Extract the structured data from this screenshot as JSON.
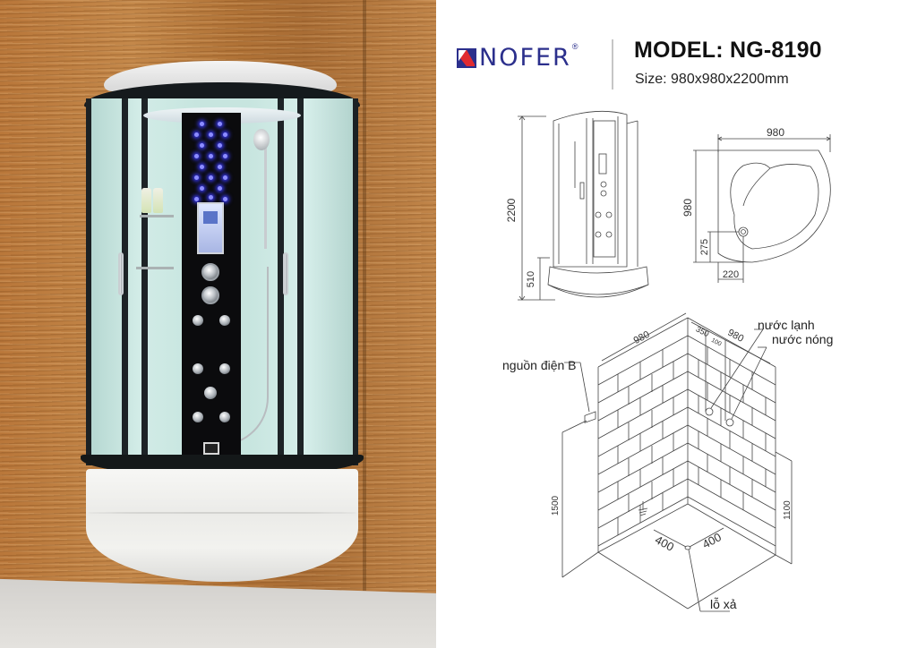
{
  "brand": {
    "name": "NOFER",
    "registered": "®",
    "colors": {
      "blue": "#2b2f8c",
      "red": "#e02a30"
    }
  },
  "header": {
    "model": "MODEL: NG-8190",
    "size": "Size: 980x980x2200mm"
  },
  "photo": {
    "subject": "corner steam shower cabin",
    "features": [
      "blue LED star ceiling panel",
      "digital control display",
      "mixer knobs",
      "6 massage jets",
      "hand shower on rail",
      "glass corner shelves",
      "white deep tray base"
    ]
  },
  "front_view": {
    "height_total": "2200",
    "height_tray": "510"
  },
  "top_view": {
    "width": "980",
    "depth": "980",
    "drain_offset_y": "275",
    "drain_offset_x": "220"
  },
  "install_view": {
    "wall_left_length": "980",
    "wall_right_length": "980",
    "pipe_offset_1": "350",
    "pipe_offset_2": "100",
    "power_height": "1500",
    "water_height": "1100",
    "drain_x": "400",
    "drain_y": "400",
    "labels": {
      "cold_water": "nước lạnh",
      "hot_water": "nước nóng",
      "power": "nguồn điện B",
      "drain": "lỗ xả"
    }
  }
}
